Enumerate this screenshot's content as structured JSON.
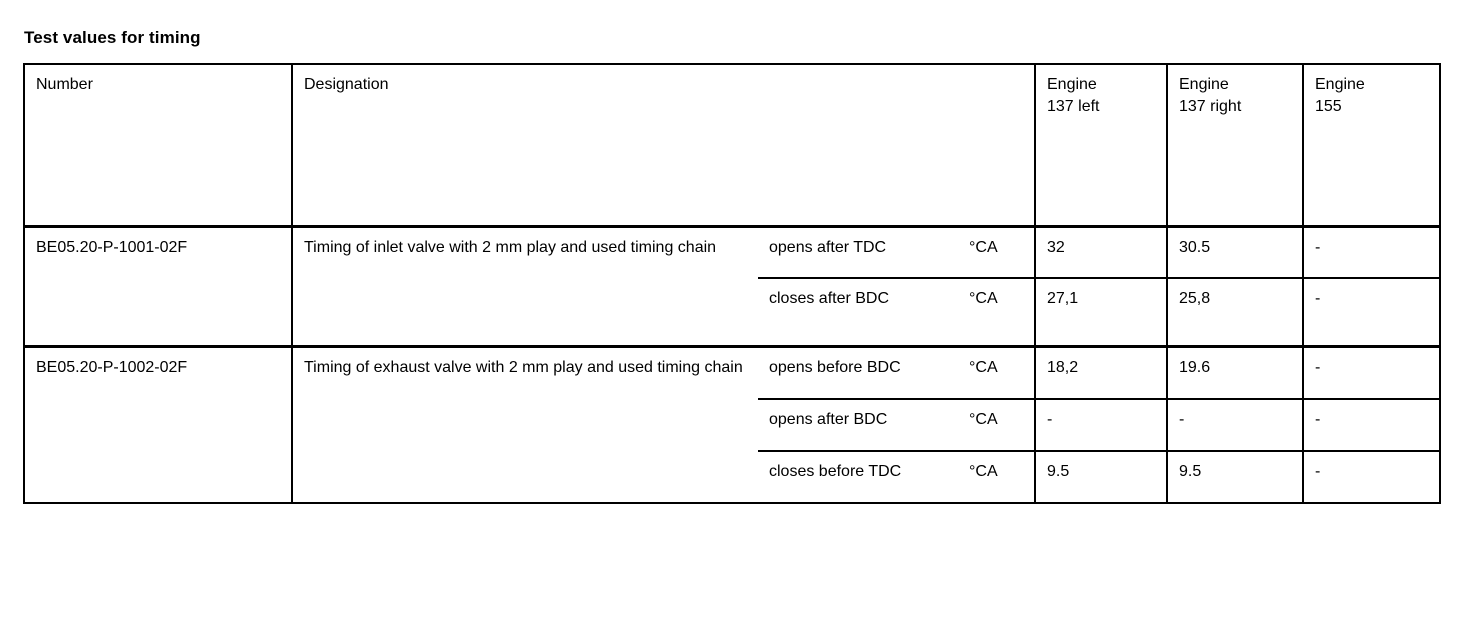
{
  "document": {
    "title": "Test values for timing"
  },
  "table": {
    "headers": {
      "number": "Number",
      "designation": "Designation",
      "condition": "",
      "unit": "",
      "engine_137_left_line1": "Engine",
      "engine_137_left_line2": "137 left",
      "engine_137_right_line1": "Engine",
      "engine_137_right_line2": "137 right",
      "engine_155_line1": "Engine",
      "engine_155_line2": "155"
    },
    "groups": [
      {
        "number": "BE05.20-P-1001-02F",
        "designation": "Timing of inlet valve with 2 mm play and used timing chain",
        "rows": [
          {
            "condition": "opens after TDC",
            "unit": "°CA",
            "engine_137_left": "32",
            "engine_137_right": "30.5",
            "engine_155": "-"
          },
          {
            "condition": "closes after BDC",
            "unit": "°CA",
            "engine_137_left": "27,1",
            "engine_137_right": "25,8",
            "engine_155": "-"
          }
        ]
      },
      {
        "number": "BE05.20-P-1002-02F",
        "designation": "Timing of exhaust valve with 2 mm play and used timing chain",
        "rows": [
          {
            "condition": "opens before BDC",
            "unit": "°CA",
            "engine_137_left": "18,2",
            "engine_137_right": "19.6",
            "engine_155": "-"
          },
          {
            "condition": "opens after BDC",
            "unit": "°CA",
            "engine_137_left": "-",
            "engine_137_right": "-",
            "engine_155": "-"
          },
          {
            "condition": "closes before TDC",
            "unit": "°CA",
            "engine_137_left": "9.5",
            "engine_137_right": "9.5",
            "engine_155": "-"
          }
        ]
      }
    ]
  },
  "colors": {
    "text": "#000000",
    "background": "#ffffff",
    "rule": "#000000"
  }
}
